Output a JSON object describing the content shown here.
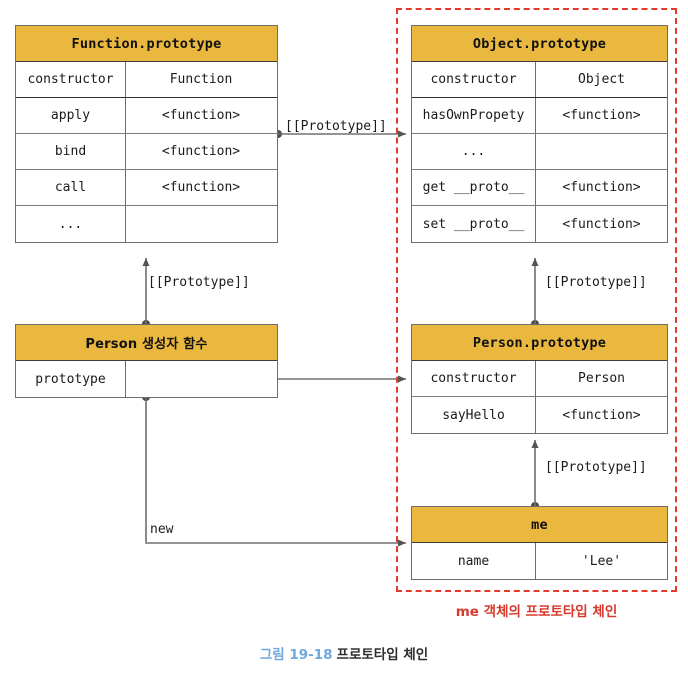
{
  "figure": {
    "caption_number": "그림 19-18",
    "caption_text": "프로토타입 체인",
    "number_color": "#6FA8DC",
    "text_color": "#2f2f2f"
  },
  "theme": {
    "header_fill": "#EAB83F",
    "border": "#6e6e6e",
    "chain_red": "#E23B2E",
    "label_red": "#D8392C",
    "page_bg": "#ffffff"
  },
  "chain": {
    "label": "me 객체의 프로토타입 체인"
  },
  "edges": [
    {
      "name": "prototype-function-to-object",
      "label": "[[Prototype]]"
    },
    {
      "name": "prototype-person-fn-to-function-proto",
      "label": "[[Prototype]]"
    },
    {
      "name": "prototype-person-proto-to-object-proto",
      "label": "[[Prototype]]"
    },
    {
      "name": "prototype-me-to-person-proto",
      "label": "[[Prototype]]"
    },
    {
      "name": "new-operator",
      "label": "new"
    }
  ],
  "tables": {
    "function_prototype": {
      "title": "Function.prototype",
      "rows": [
        {
          "key": "constructor",
          "value": "Function"
        },
        {
          "key": "apply",
          "value": "<function>"
        },
        {
          "key": "bind",
          "value": "<function>"
        },
        {
          "key": "call",
          "value": "<function>"
        },
        {
          "key": "...",
          "value": ""
        }
      ]
    },
    "object_prototype": {
      "title": "Object.prototype",
      "rows": [
        {
          "key": "constructor",
          "value": "Object"
        },
        {
          "key": "hasOwnPropety",
          "value": "<function>"
        },
        {
          "key": "...",
          "value": ""
        },
        {
          "key": "get __proto__",
          "value": "<function>"
        },
        {
          "key": "set __proto__",
          "value": "<function>"
        }
      ]
    },
    "person_constructor": {
      "title": "Person 생성자 함수",
      "rows": [
        {
          "key": "prototype",
          "value": ""
        }
      ]
    },
    "person_prototype": {
      "title": "Person.prototype",
      "rows": [
        {
          "key": "constructor",
          "value": "Person"
        },
        {
          "key": "sayHello",
          "value": "<function>"
        }
      ]
    },
    "me_object": {
      "title": "me",
      "rows": [
        {
          "key": "name",
          "value": "'Lee'"
        }
      ]
    }
  }
}
